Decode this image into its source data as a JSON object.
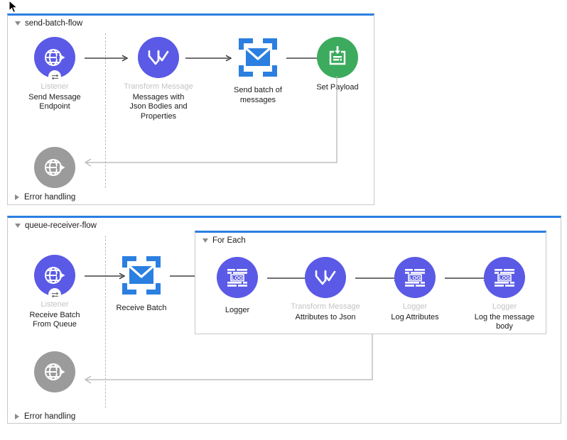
{
  "app": {
    "kind": "mule-flow-canvas",
    "cursor_icon": "mouse-pointer-icon"
  },
  "colors": {
    "flow_accent": "#2b7fe0",
    "component_purple": "#5a5ae6",
    "component_green": "#3cab5d",
    "component_blue": "#2b7fe0",
    "component_disabled_grey": "#9b9b9b",
    "container_border": "#c8c8c8",
    "type_label_grey": "#c3c3c3",
    "connector_grey": "#b0b0b0"
  },
  "flows": [
    {
      "name": "send-batch-flow",
      "collapse_icon": "triangle-down-icon",
      "error_handling": {
        "label": "Error handling",
        "collapse_icon": "triangle-right-icon"
      },
      "source": {
        "type_label": "Listener",
        "label": "Send Message\nEndpoint",
        "icon": "http-listener-globe-icon",
        "badge_icon": "exchange-arrows-icon",
        "shape": "circle",
        "color": "#5a5ae6"
      },
      "error_source": {
        "icon": "http-listener-globe-icon",
        "shape": "circle",
        "color": "#9b9b9b",
        "label": ""
      },
      "components": [
        {
          "type_label": "Transform Message",
          "label": "Messages with\nJson Bodies and\nProperties",
          "icon": "dataweave-transform-icon",
          "shape": "circle",
          "color": "#5a5ae6"
        },
        {
          "type_label": "",
          "label": "Send batch of\nmessages",
          "icon": "jms-publish-envelope-icon",
          "shape": "square",
          "color": "#2b7fe0"
        },
        {
          "type_label": "",
          "label": "Set Payload",
          "icon": "set-payload-clipboard-icon",
          "shape": "circle",
          "color": "#3cab5d"
        }
      ]
    },
    {
      "name": "queue-receiver-flow",
      "collapse_icon": "triangle-down-icon",
      "error_handling": {
        "label": "Error handling",
        "collapse_icon": "triangle-right-icon"
      },
      "source": {
        "type_label": "Listener",
        "label": "Receive Batch\nFrom Queue",
        "icon": "http-listener-globe-icon",
        "badge_icon": "exchange-arrows-icon",
        "shape": "circle",
        "color": "#5a5ae6"
      },
      "error_source": {
        "icon": "http-listener-globe-icon",
        "shape": "circle",
        "color": "#9b9b9b",
        "label": ""
      },
      "components": [
        {
          "type_label": "",
          "label": "Receive Batch",
          "icon": "jms-consume-envelope-icon",
          "shape": "square",
          "color": "#2b7fe0"
        }
      ],
      "scope": {
        "name": "For Each",
        "collapse_icon": "triangle-down-icon",
        "components": [
          {
            "type_label": "",
            "label": "Logger",
            "icon": "logger-icon",
            "shape": "circle",
            "color": "#5a5ae6"
          },
          {
            "type_label": "Transform Message",
            "label": "Attributes to Json",
            "icon": "dataweave-transform-icon",
            "shape": "circle",
            "color": "#5a5ae6"
          },
          {
            "type_label": "Logger",
            "label": "Log Attributes",
            "icon": "logger-icon",
            "shape": "circle",
            "color": "#5a5ae6"
          },
          {
            "type_label": "Logger",
            "label": "Log the message\nbody",
            "icon": "logger-icon",
            "shape": "circle",
            "color": "#5a5ae6"
          }
        ]
      }
    }
  ]
}
